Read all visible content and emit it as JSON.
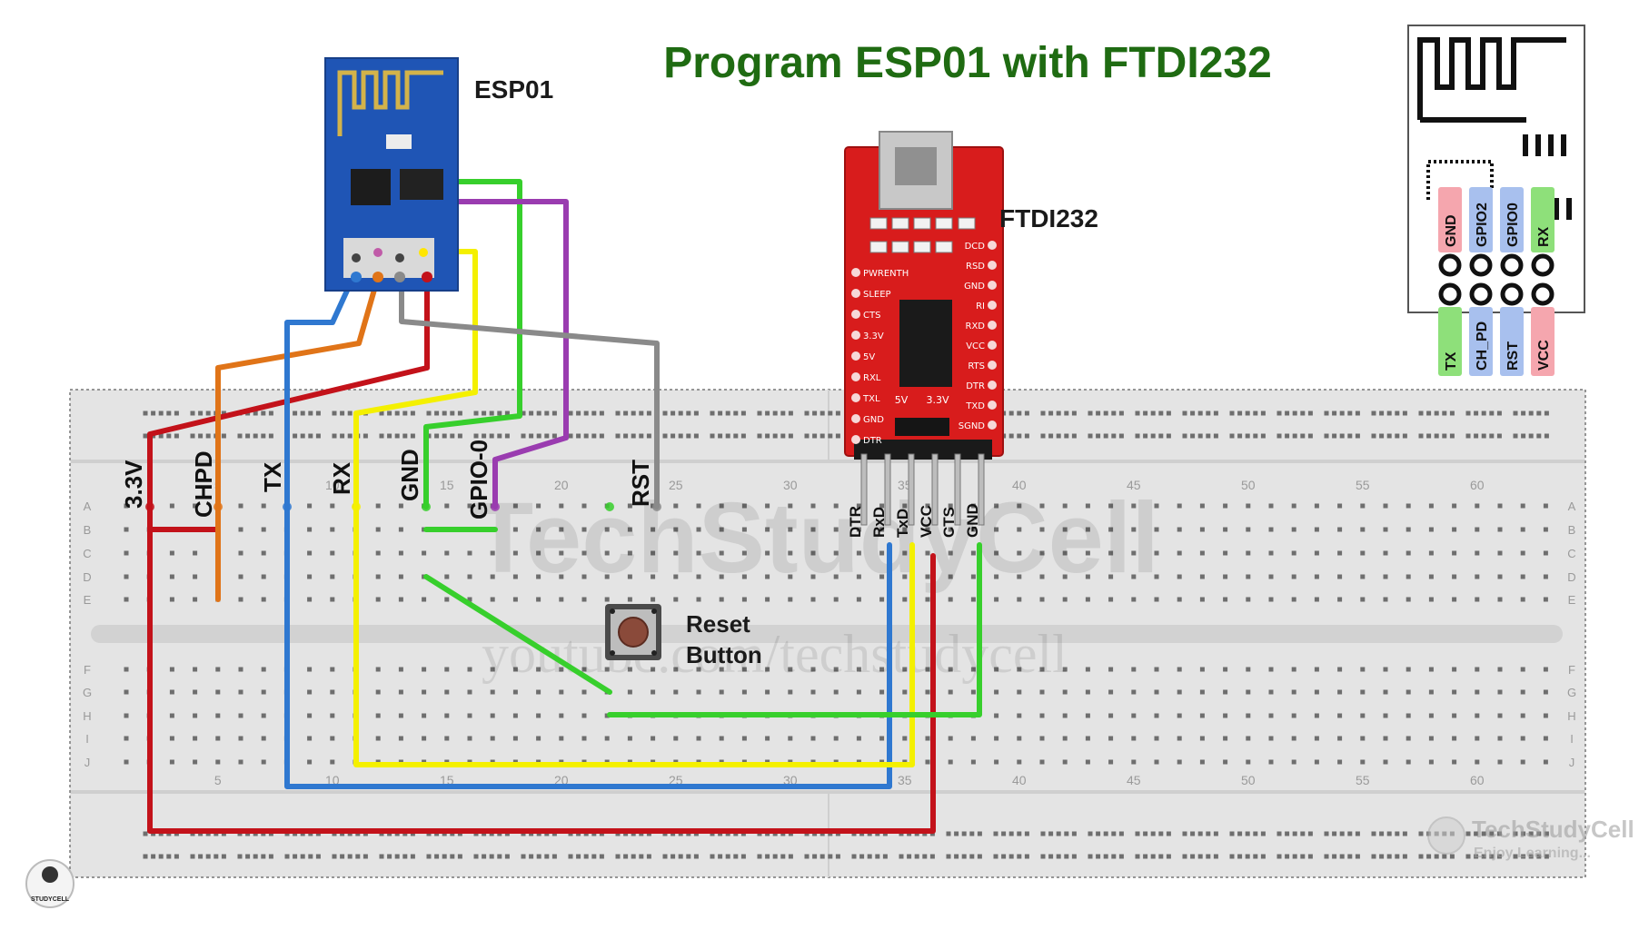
{
  "title": "Program ESP01 with FTDI232",
  "colors": {
    "title": "#1f6b12",
    "breadboard": "#e2e2e2",
    "hole": "#6e6e6e",
    "esp_board": "#1f55b5",
    "ftdi_board": "#d81c1c",
    "wire_red": "#c3121a",
    "wire_orange": "#e07418",
    "wire_blue": "#2f78d0",
    "wire_yellow": "#f4f000",
    "wire_green": "#37cf2c",
    "wire_purple": "#9a3cb0",
    "wire_gray": "#8a8a8a"
  },
  "components": {
    "esp01": {
      "label": "ESP01",
      "icon": "esp01-module-icon"
    },
    "ftdi": {
      "label": "FTDI232",
      "icon": "ftdi232-board-icon",
      "pins": [
        "DTR",
        "RxD",
        "TxD",
        "VCC",
        "CTS",
        "GND"
      ],
      "board_left_labels": [
        "PWRENTH",
        "SLEEP",
        "CTS",
        "3.3V",
        "5V",
        "RXL",
        "TXL",
        "GND",
        "DTR"
      ],
      "board_right_labels": [
        "DCD",
        "RSD",
        "GND",
        "RI",
        "RXD",
        "VCC",
        "RTS",
        "DTR",
        "TXD",
        "SGND"
      ],
      "jumper_labels": [
        "5V",
        "3.3V"
      ]
    },
    "reset": {
      "line1": "Reset",
      "line2": "Button"
    }
  },
  "breadboard": {
    "row_letters": [
      "A",
      "B",
      "C",
      "D",
      "E",
      "F",
      "G",
      "H",
      "I",
      "J"
    ],
    "column_numbers": [
      "5",
      "10",
      "15",
      "20",
      "25",
      "30",
      "35",
      "40",
      "45",
      "50",
      "55",
      "60"
    ],
    "pin_labels": [
      "3.3V",
      "CHPD",
      "TX",
      "RX",
      "GND",
      "GPIO-0",
      "RST"
    ]
  },
  "pinout": {
    "top_labels": [
      "GND",
      "GPIO2",
      "GPIO0",
      "RX"
    ],
    "bottom_labels": [
      "TX",
      "CH_PD",
      "RST",
      "VCC"
    ],
    "top_colors": [
      "#f5a6ae",
      "#a8c0ee",
      "#a8c0ee",
      "#8ee07a"
    ],
    "bottom_colors": [
      "#8ee07a",
      "#a8c0ee",
      "#a8c0ee",
      "#f5a6ae"
    ]
  },
  "watermark": {
    "brand": "TechStudyCell",
    "tagline": "Enjoy Learning...",
    "logo_text": "STUDYCELL",
    "bg_text_1": "TechStudyCell",
    "bg_text_2": "youtube.com/techstudycell"
  }
}
